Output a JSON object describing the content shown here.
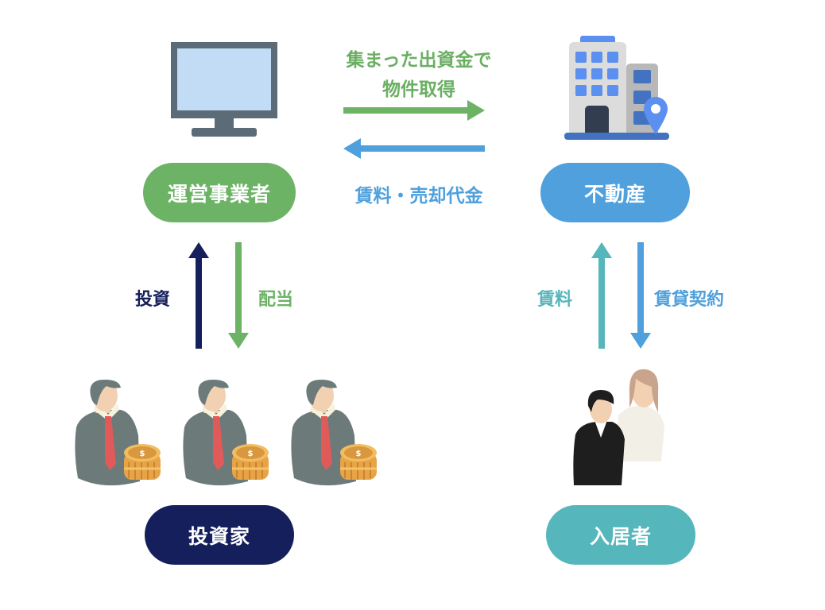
{
  "nodes": {
    "operator": "運営事業者",
    "real_estate": "不動産",
    "investor": "投資家",
    "tenant": "入居者"
  },
  "flows": {
    "to_real_estate_line1": "集まった出資金で",
    "to_real_estate_line2": "物件取得",
    "from_real_estate": "賃料・売却代金",
    "investment": "投資",
    "dividend": "配当",
    "rent": "賃料",
    "lease": "賃貸契約"
  },
  "colors": {
    "green": "#6db366",
    "blue": "#4fa0dc",
    "navy": "#151f5b",
    "teal": "#55b6bb"
  }
}
